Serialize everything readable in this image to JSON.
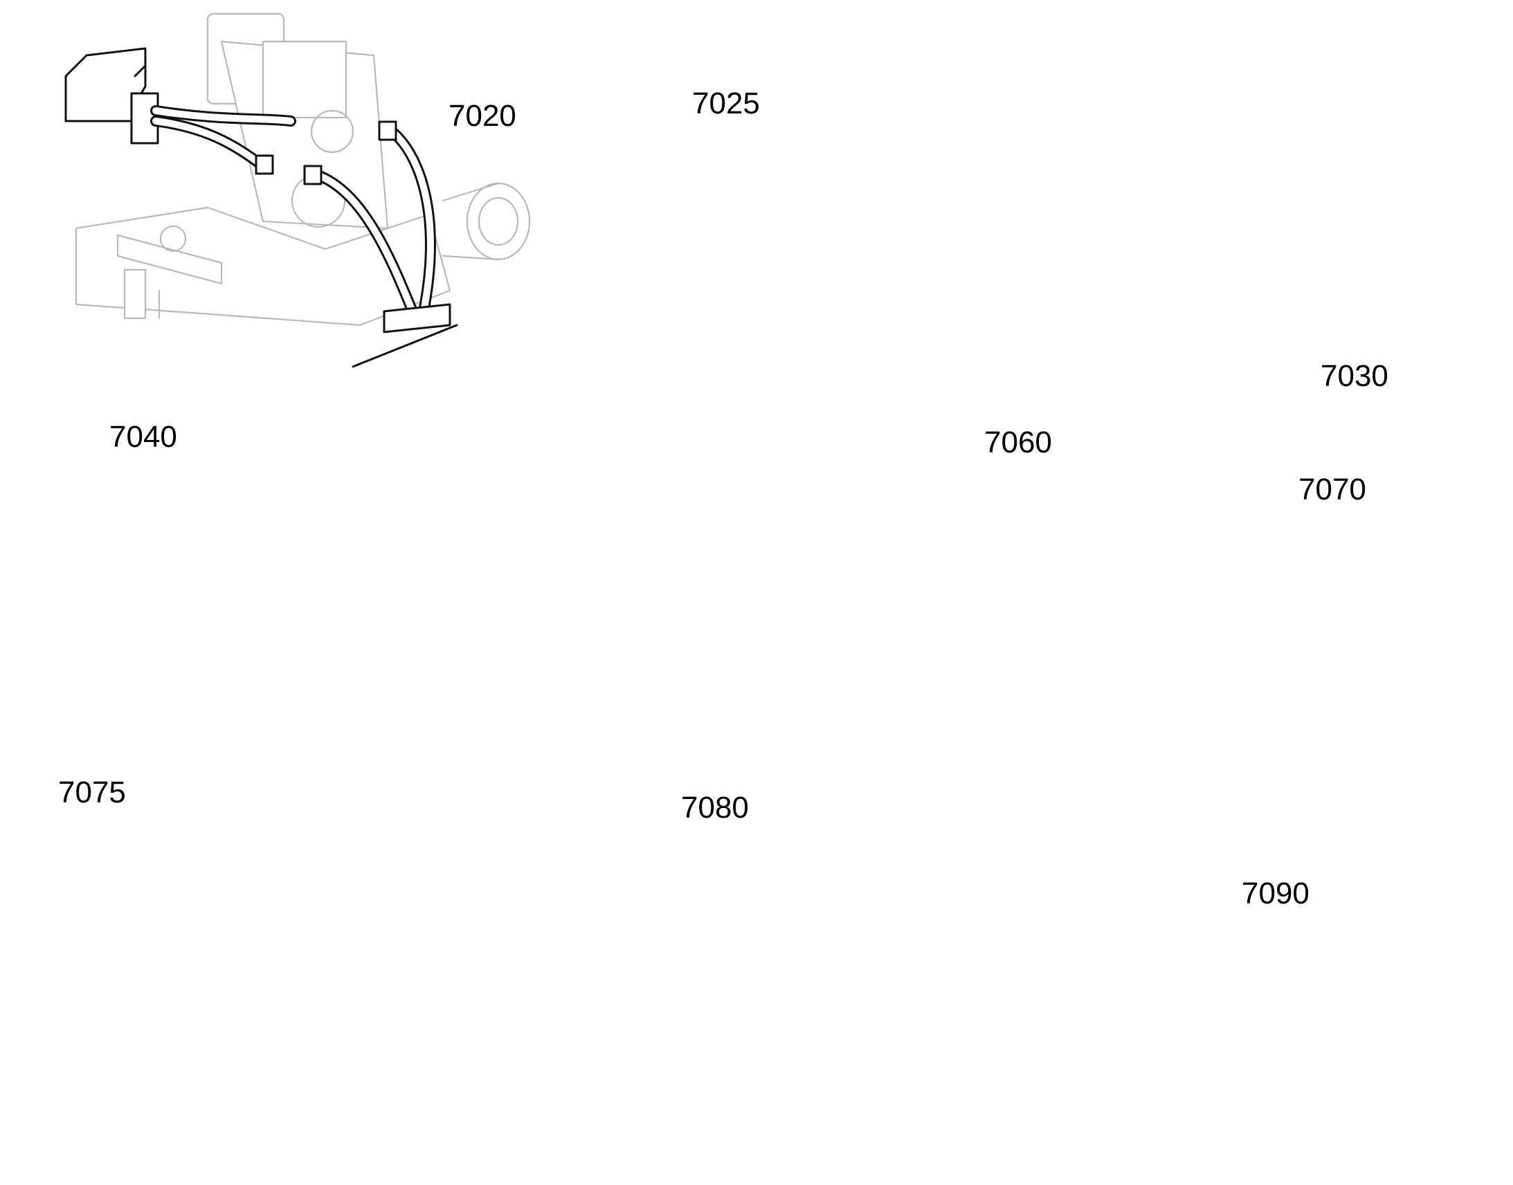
{
  "figures": [
    {
      "id": "7020",
      "label": "7020"
    },
    {
      "id": "7025",
      "label": "7025"
    },
    {
      "id": "7030",
      "label": "7030"
    },
    {
      "id": "7040",
      "label": "7040"
    },
    {
      "id": "7060",
      "label": "7060"
    },
    {
      "id": "7070",
      "label": "7070"
    },
    {
      "id": "7075",
      "label": "7075"
    },
    {
      "id": "7080",
      "label": "7080"
    },
    {
      "id": "7090",
      "label": "7090"
    }
  ],
  "colors": {
    "highlight": "#111111",
    "context": "#b8b8b8",
    "background": "#ffffff"
  }
}
